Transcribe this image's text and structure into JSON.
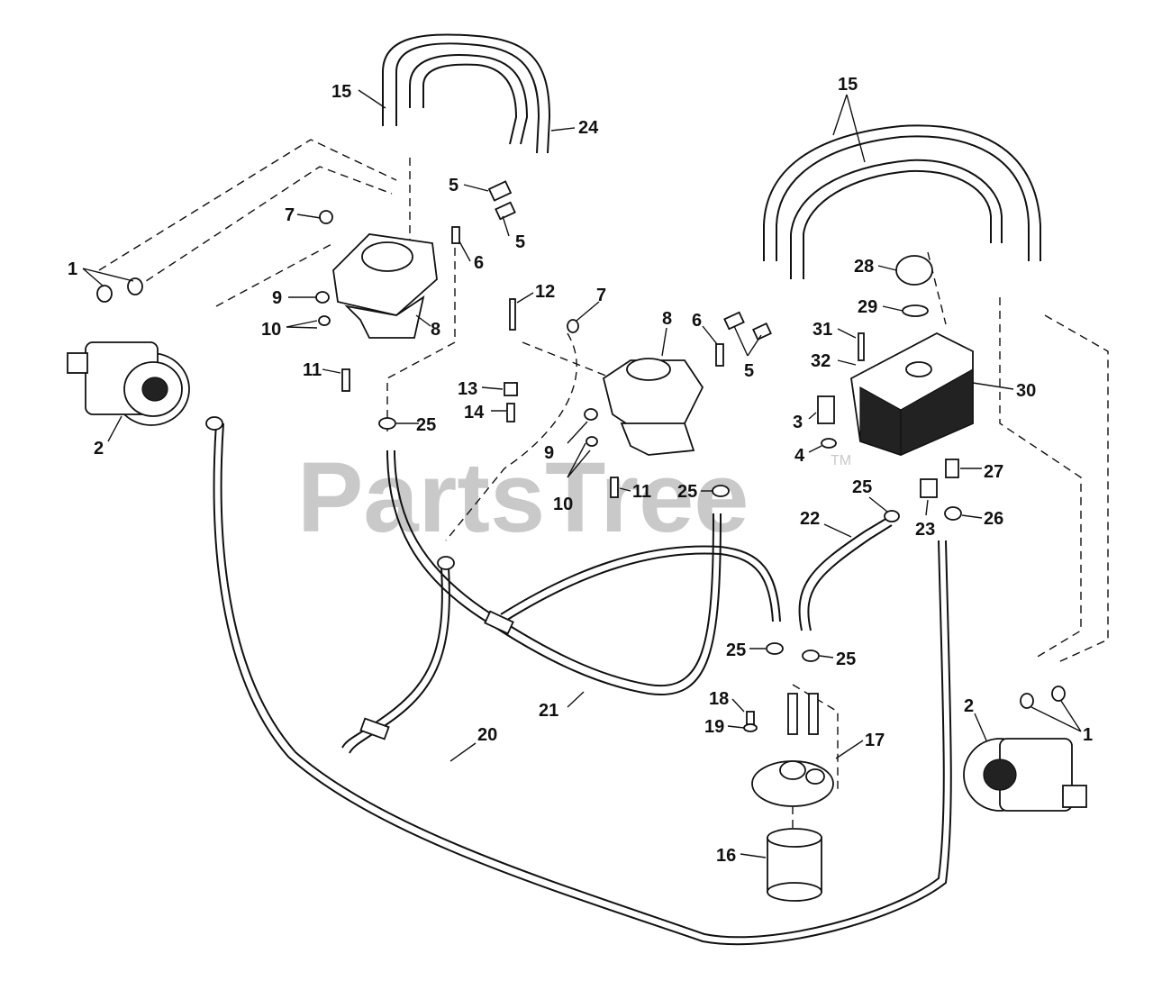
{
  "watermark": {
    "text": "PartsTree",
    "tm": "TM"
  },
  "callouts": [
    "1",
    "1",
    "2",
    "2",
    "3",
    "4",
    "5",
    "5",
    "5",
    "6",
    "6",
    "7",
    "7",
    "8",
    "8",
    "9",
    "9",
    "10",
    "10",
    "11",
    "11",
    "12",
    "13",
    "14",
    "15",
    "15",
    "16",
    "17",
    "18",
    "19",
    "20",
    "21",
    "22",
    "23",
    "24",
    "25",
    "25",
    "25",
    "25",
    "25",
    "26",
    "27",
    "28",
    "29",
    "30",
    "31",
    "32"
  ]
}
